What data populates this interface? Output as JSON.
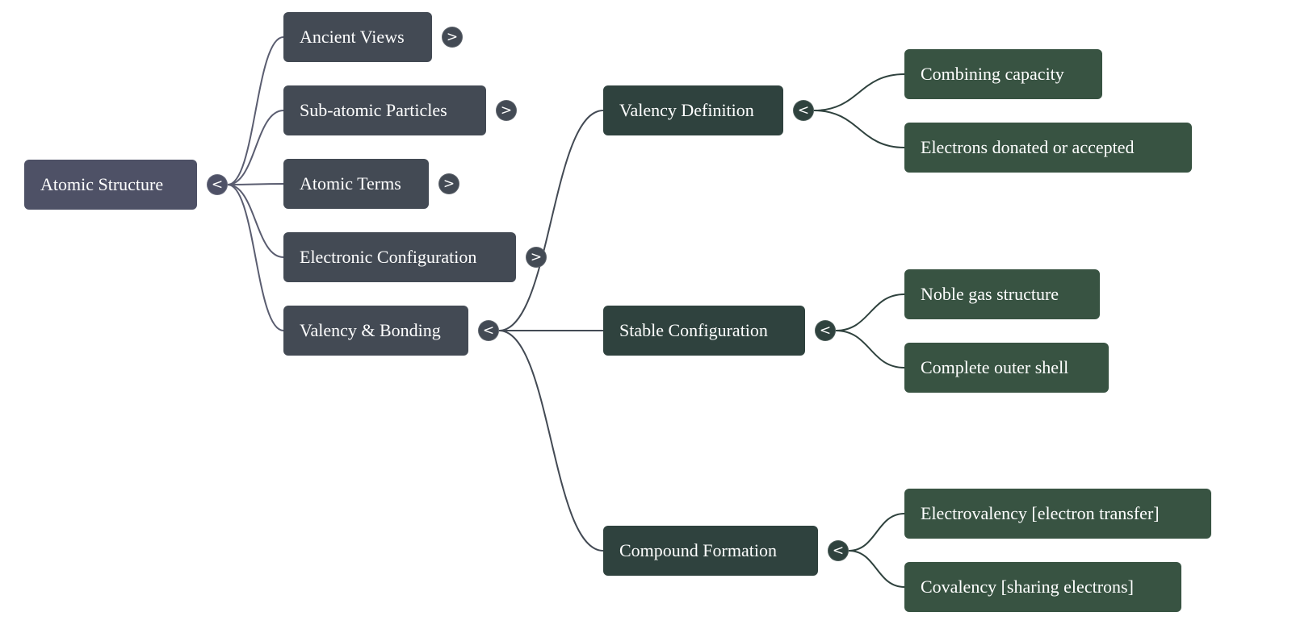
{
  "mindmap": {
    "root": {
      "label": "Atomic Structure",
      "toggle": "<",
      "expanded": true
    },
    "level1": [
      {
        "label": "Ancient Views",
        "toggle": ">",
        "expanded": false
      },
      {
        "label": "Sub-atomic Particles",
        "toggle": ">",
        "expanded": false
      },
      {
        "label": "Atomic Terms",
        "toggle": ">",
        "expanded": false
      },
      {
        "label": "Electronic Configuration",
        "toggle": ">",
        "expanded": false
      },
      {
        "label": "Valency & Bonding",
        "toggle": "<",
        "expanded": true
      }
    ],
    "level2": [
      {
        "label": "Valency Definition",
        "toggle": "<",
        "children": [
          "Combining capacity",
          "Electrons donated or accepted"
        ]
      },
      {
        "label": "Stable Configuration",
        "toggle": "<",
        "children": [
          "Noble gas structure",
          "Complete outer shell"
        ]
      },
      {
        "label": "Compound Formation",
        "toggle": "<",
        "children": [
          "Electrovalency [electron transfer]",
          "Covalency [sharing electrons]"
        ]
      }
    ]
  },
  "colors": {
    "root": "#4e5166",
    "level1": "#434a54",
    "level2": "#2f423e",
    "level3": "#385342"
  }
}
